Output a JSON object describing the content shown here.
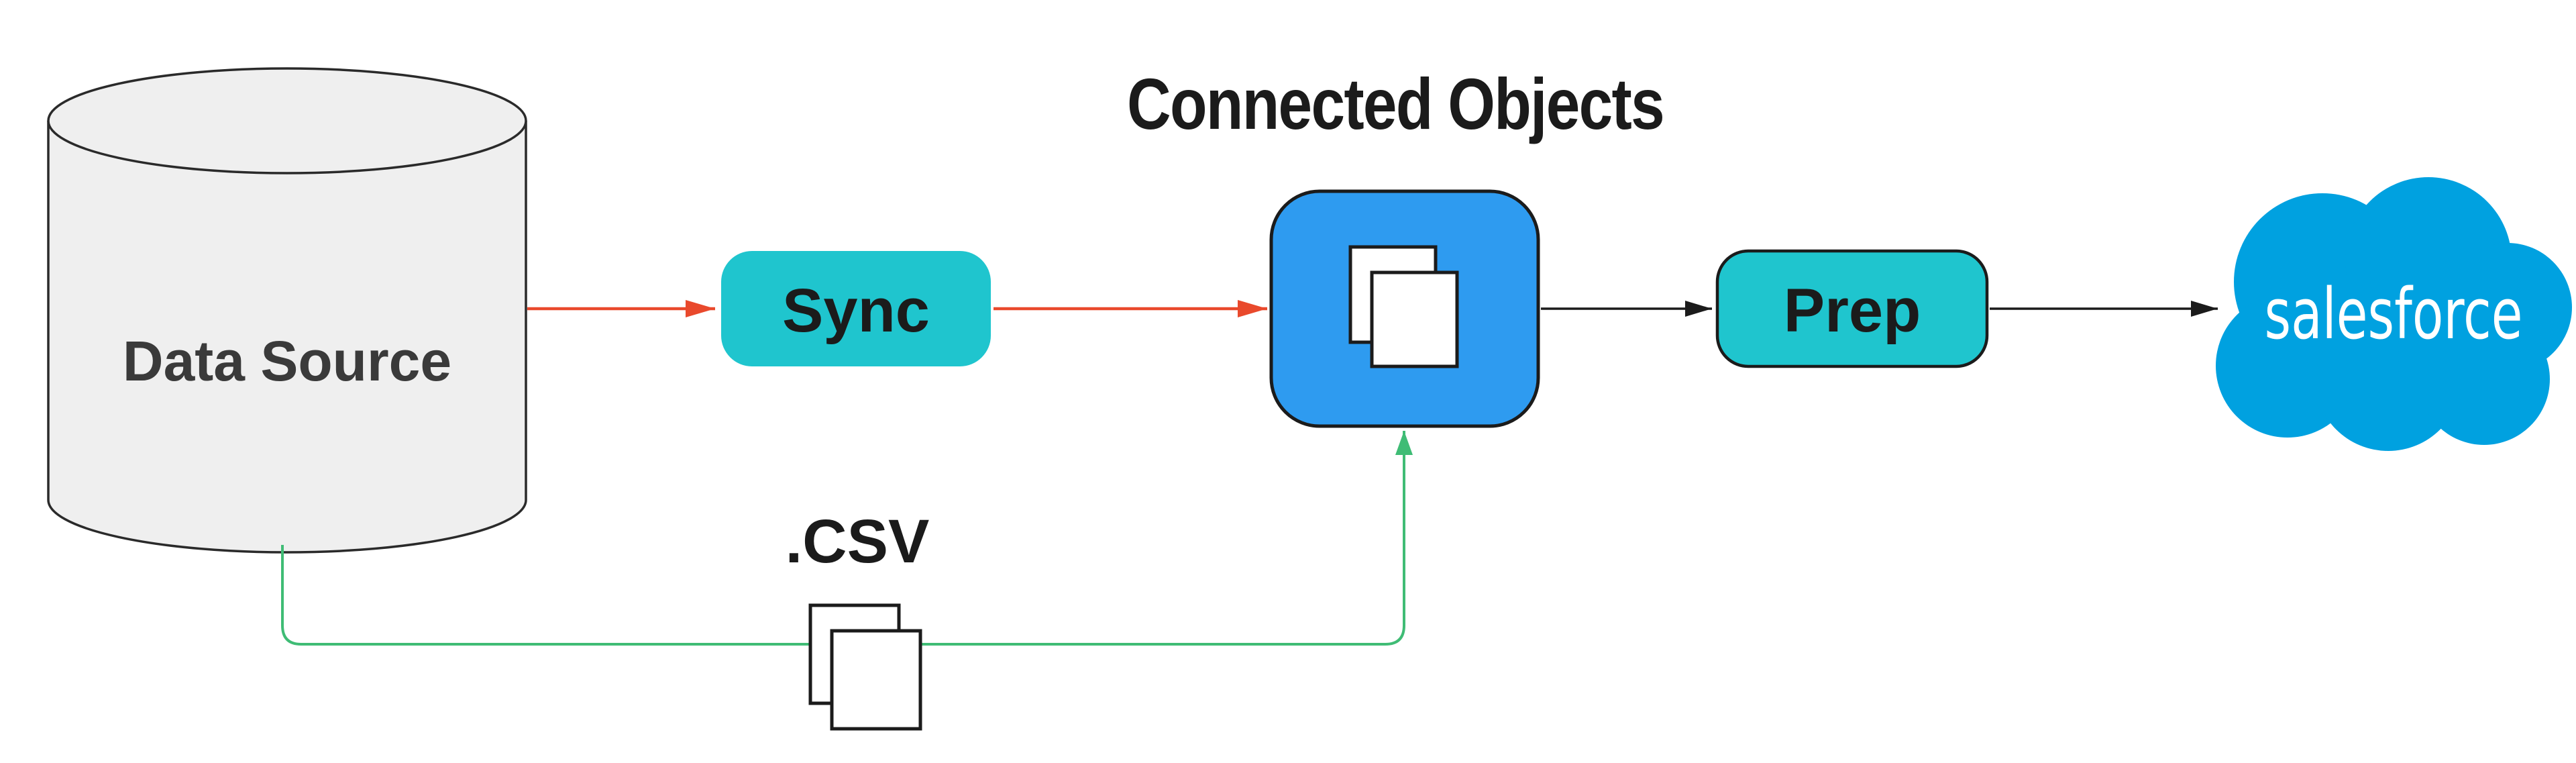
{
  "diagram": {
    "title": "Connected Objects",
    "data_source": {
      "label": "Data Source",
      "shape": "database-cylinder"
    },
    "sync_button": {
      "label": "Sync"
    },
    "connected_objects": {
      "icon": "documents-icon"
    },
    "prep_button": {
      "label": "Prep"
    },
    "salesforce": {
      "label": "salesforce",
      "icon": "salesforce-cloud-logo"
    },
    "csv_file": {
      "label": ".CSV",
      "icon": "documents-icon"
    },
    "flows": [
      {
        "from": "data_source",
        "to": "sync_button",
        "color_key": "red"
      },
      {
        "from": "sync_button",
        "to": "connected_objects",
        "color_key": "red"
      },
      {
        "from": "connected_objects",
        "to": "prep_button",
        "color_key": "black"
      },
      {
        "from": "prep_button",
        "to": "salesforce",
        "color_key": "black"
      },
      {
        "from": "data_source",
        "to": "connected_objects",
        "via": "csv_file",
        "color_key": "green"
      }
    ],
    "colors": {
      "teal": "#1FC5CE",
      "blue": "#2E9BF0",
      "salesforce_blue": "#00A1E0",
      "red": "#E9492C",
      "green": "#3FBC75",
      "black": "#1B1B1B",
      "cylinder_fill": "#EFEFEF",
      "dark_text": "#3A3A3A",
      "white": "#FFFFFF"
    }
  }
}
